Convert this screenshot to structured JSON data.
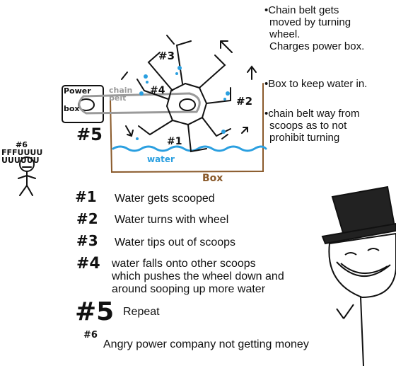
{
  "notes": {
    "note1_bullet": "•",
    "note1_line1": "Chain belt gets",
    "note1_line2": "moved by turning",
    "note1_line3": "wheel.",
    "note1_line4": "Charges power box.",
    "note2_bullet": "•",
    "note2_text": "Box to keep water in.",
    "note3_bullet": "•",
    "note3_line1": "chain belt way from",
    "note3_line2": "scoops as to not",
    "note3_line3": "prohibit turning"
  },
  "diagram": {
    "power_box_line1": "Power",
    "power_box_line2": "box",
    "chain_belt_line1": "chain",
    "chain_belt_line2": "belt",
    "water_label": "water",
    "box_label": "Box",
    "label_3": "#3",
    "label_4": "#4",
    "label_2": "#2",
    "label_1": "#1",
    "label_5": "#5",
    "colors": {
      "water": "#2a9fe0",
      "box": "#8a5a2b",
      "belt": "#9a9a9a",
      "ink": "#111111"
    }
  },
  "stickman": {
    "label": "#6",
    "rage_line1": "FFFUUUU",
    "rage_line2": "UUUUUU"
  },
  "steps": [
    {
      "label": "#1",
      "text": "Water gets scooped"
    },
    {
      "label": "#2",
      "text": "Water turns with wheel"
    },
    {
      "label": "#3",
      "text": "Water tips out of scoops"
    },
    {
      "label": "#4",
      "text_line1": "water falls onto other scoops",
      "text_line2": "which pushes the wheel down and",
      "text_line3": "around sooping up more water"
    },
    {
      "label": "#5",
      "text": "Repeat"
    },
    {
      "label": "#6",
      "text": "Angry power company not getting money"
    }
  ],
  "troll_icon": "trollface-with-top-hat"
}
